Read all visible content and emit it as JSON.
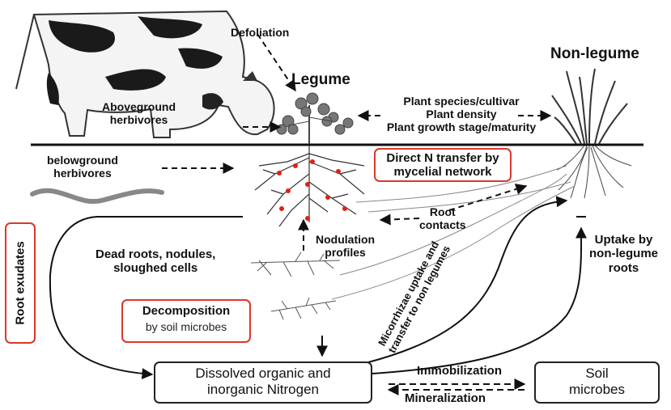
{
  "labels": {
    "defoliation": "Defoliation",
    "legume": "Legume",
    "non_legume": "Non-legume",
    "aboveground_herbivores": [
      "Aboveground",
      "herbivores"
    ],
    "plant_factors": [
      "Plant species/cultivar",
      "Plant density",
      "Plant growth stage/maturity"
    ],
    "belowground_herbivores": [
      "belowground",
      "herbivores"
    ],
    "direct_n_transfer": [
      "Direct N transfer by",
      "mycelial network"
    ],
    "root_contacts": [
      "Root",
      "contacts"
    ],
    "nodulation_profiles": [
      "Nodulation",
      "profiles"
    ],
    "dead_roots": [
      "Dead roots, nodules,",
      "sloughed cells"
    ],
    "root_exudates": "Root exudates",
    "decomposition": "Decomposition",
    "by_soil_microbes": "by soil microbes",
    "mycorrhizae_transfer": [
      "Micorrhizae uptake and",
      "transfer to non legumes"
    ],
    "uptake_non_legume": [
      "Uptake by",
      "non-legume",
      "roots"
    ],
    "dissolved_nitrogen": [
      "Dissolved organic and",
      "inorganic Nitrogen"
    ],
    "immobilization": "Immobilization",
    "mineralization": "Mineralization",
    "soil_microbes": [
      "Soil",
      "microbes"
    ]
  },
  "colors": {
    "highlight_box": "#d9382e",
    "nodule": "#e0201a",
    "arrow": "#111111",
    "ground_line": "#111111"
  }
}
